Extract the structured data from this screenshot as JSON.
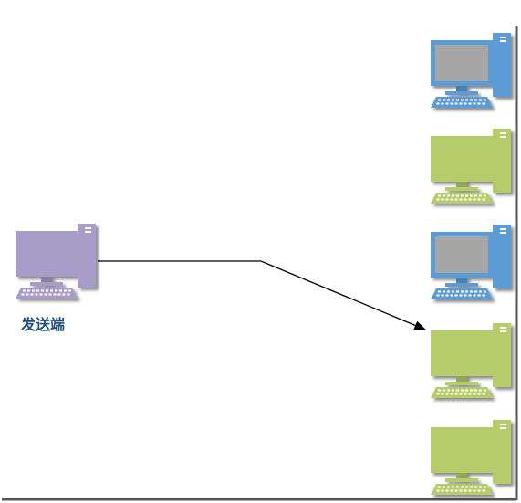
{
  "sender": {
    "label": "发送端",
    "color": "#a89cc8"
  },
  "receivers": [
    {
      "color": "#5b9bd5",
      "screen": "#a6a6a6"
    },
    {
      "color": "#b5cc6a",
      "screen": "#b5cc6a"
    },
    {
      "color": "#5b9bd5",
      "screen": "#a6a6a6"
    },
    {
      "color": "#b5cc6a",
      "screen": "#b5cc6a"
    },
    {
      "color": "#b5cc6a",
      "screen": "#b5cc6a"
    }
  ],
  "arrow": {
    "from": "sender",
    "to_receiver_index": 3,
    "color": "#000000"
  },
  "icons": {
    "computer": "desktop-computer-icon"
  }
}
